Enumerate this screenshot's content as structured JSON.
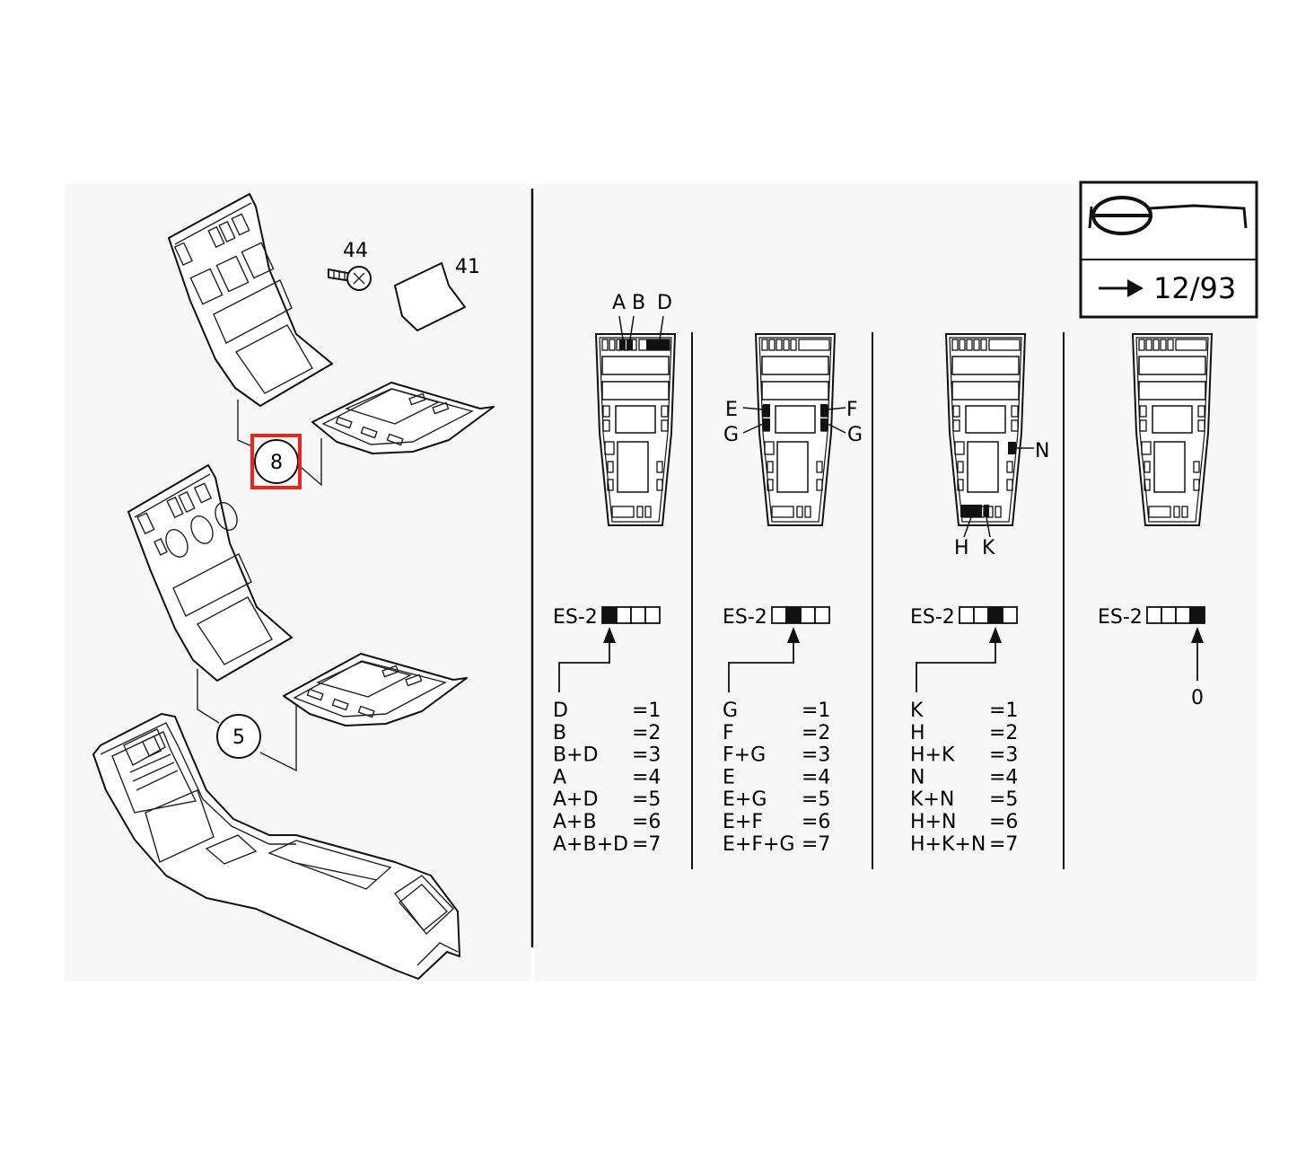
{
  "diagram": {
    "callouts": {
      "screw": "44",
      "sticker": "41",
      "upper_panel": "8",
      "lower_panel": "5"
    },
    "highlight_color": "#e8261b",
    "badge": {
      "date_label": "12/93",
      "icon": "steering-wheel-icon",
      "arrow_icon": "arrow-right-icon"
    },
    "panels": [
      {
        "id": "abd",
        "top_labels": [
          "A",
          "B",
          "D"
        ],
        "side_labels": [],
        "bottom_labels": [],
        "es_label": "ES-2",
        "es_filled_index": 0,
        "code_table": [
          {
            "combo": "D",
            "value": "=1"
          },
          {
            "combo": "B",
            "value": "=2"
          },
          {
            "combo": "B+D",
            "value": "=3"
          },
          {
            "combo": "A",
            "value": "=4"
          },
          {
            "combo": "A+D",
            "value": "=5"
          },
          {
            "combo": "A+B",
            "value": "=6"
          },
          {
            "combo": "A+B+D",
            "value": "=7"
          }
        ]
      },
      {
        "id": "efg",
        "top_labels": [],
        "side_labels": [
          "E",
          "F",
          "G",
          "G"
        ],
        "bottom_labels": [],
        "es_label": "ES-2",
        "es_filled_index": 1,
        "code_table": [
          {
            "combo": "G",
            "value": "=1"
          },
          {
            "combo": "F",
            "value": "=2"
          },
          {
            "combo": "F+G",
            "value": "=3"
          },
          {
            "combo": "E",
            "value": "=4"
          },
          {
            "combo": "E+G",
            "value": "=5"
          },
          {
            "combo": "E+F",
            "value": "=6"
          },
          {
            "combo": "E+F+G",
            "value": "=7"
          }
        ]
      },
      {
        "id": "hkn",
        "top_labels": [],
        "side_labels": [
          "N"
        ],
        "bottom_labels": [
          "H",
          "K"
        ],
        "es_label": "ES-2",
        "es_filled_index": 2,
        "code_table": [
          {
            "combo": "K",
            "value": "=1"
          },
          {
            "combo": "H",
            "value": "=2"
          },
          {
            "combo": "H+K",
            "value": "=3"
          },
          {
            "combo": "N",
            "value": "=4"
          },
          {
            "combo": "K+N",
            "value": "=5"
          },
          {
            "combo": "H+N",
            "value": "=6"
          },
          {
            "combo": "H+K+N",
            "value": "=7"
          }
        ]
      },
      {
        "id": "none",
        "top_labels": [],
        "side_labels": [],
        "bottom_labels": [],
        "es_label": "ES-2",
        "es_filled_index": 3,
        "zero_label": "0",
        "code_table": []
      }
    ]
  }
}
